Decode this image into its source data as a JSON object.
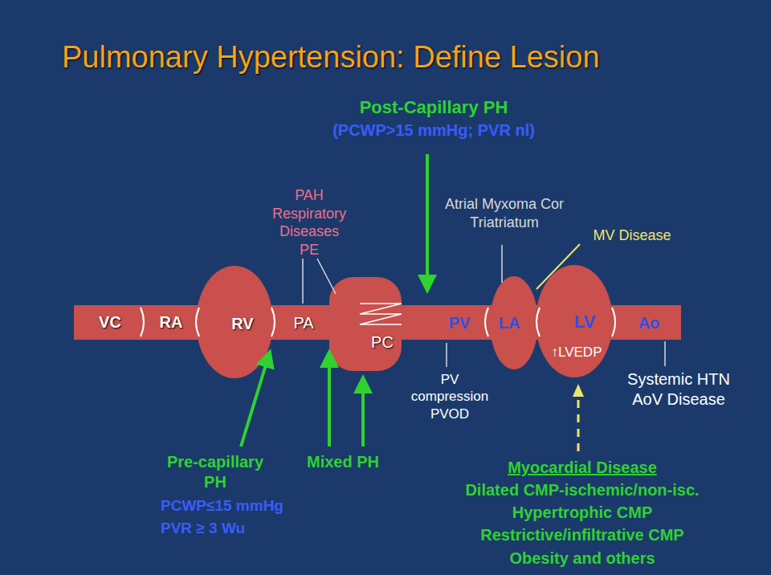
{
  "diagram": {
    "title": "Pulmonary Hypertension:  Define Lesion",
    "labels": [
      "Post-Capillary PH",
      "(PCWP>15 mmHg; PVR nl)",
      "PAH Respiratory Diseases PE",
      "Atrial Myxoma Cor Triatriatum",
      "MV Disease",
      "VC",
      "RA",
      "RV",
      "PA",
      "PC",
      "PV",
      "LA",
      "LV",
      "Ao",
      "↑LVEDP",
      "PV compression PVOD",
      "Systemic HTN AoV Disease",
      "Pre-capillary PH",
      "PCWP≤15 mmHg",
      "PVR ≥ 3 Wu",
      "Mixed PH",
      "Myocardial Disease",
      "Dilated CMP-ischemic/non-isc.",
      "Hypertrophic CMP",
      "Restrictive/infiltrative CMP",
      "Obesity and others"
    ]
  }
}
